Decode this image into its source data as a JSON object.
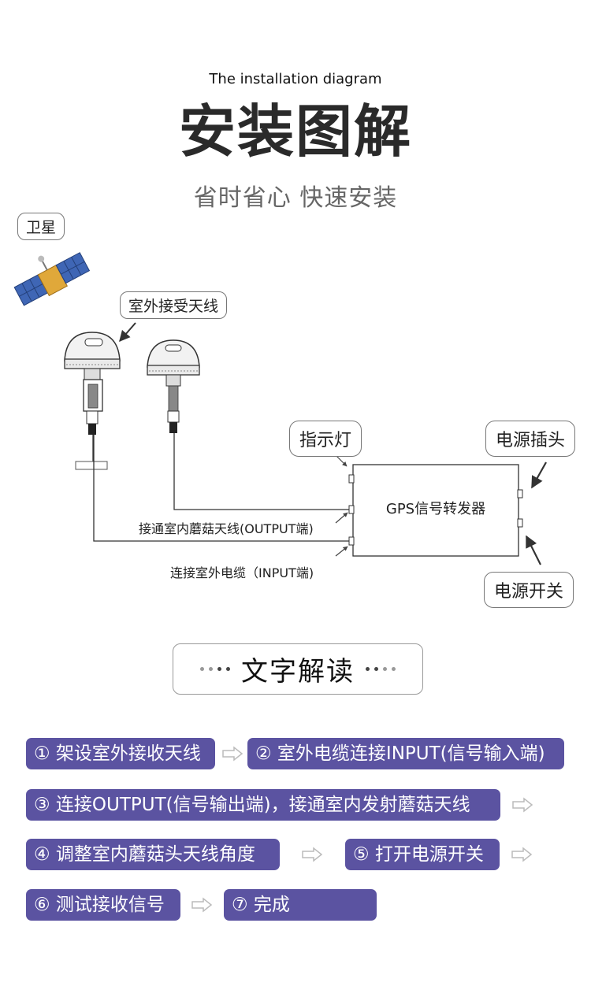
{
  "header": {
    "subtitle_en": "The installation diagram",
    "title_cn": "安装图解",
    "tagline": "省时省心 快速安装"
  },
  "diagram": {
    "satellite_label": "卫星",
    "outdoor_antenna_label": "室外接受天线",
    "indicator_label": "指示灯",
    "power_plug_label": "电源插头",
    "power_switch_label": "电源开关",
    "device_label": "GPS信号转发器",
    "output_label": "接通室内蘑菇天线(OUTPUT端)",
    "input_label": "连接室外电缆（INPUT端)"
  },
  "section": {
    "title": "文字解读"
  },
  "steps": [
    {
      "text": "① 架设室外接收天线"
    },
    {
      "text": "② 室外电缆连接INPUT(信号输入端)"
    },
    {
      "text": "③ 连接OUTPUT(信号输出端)，接通室内发射蘑菇天线"
    },
    {
      "text": "④ 调整室内蘑菇头天线角度"
    },
    {
      "text": "⑤ 打开电源开关"
    },
    {
      "text": "⑥ 测试接收信号"
    },
    {
      "text": "⑦ 完成"
    }
  ],
  "colors": {
    "step_background": "#5b53a1",
    "step_text": "#ffffff",
    "arrow_icon": "#bbbbbb"
  },
  "icons": [
    "satellite-icon",
    "mushroom-antenna-icon",
    "right-arrow-icon",
    "pointer-arrow-icon"
  ]
}
